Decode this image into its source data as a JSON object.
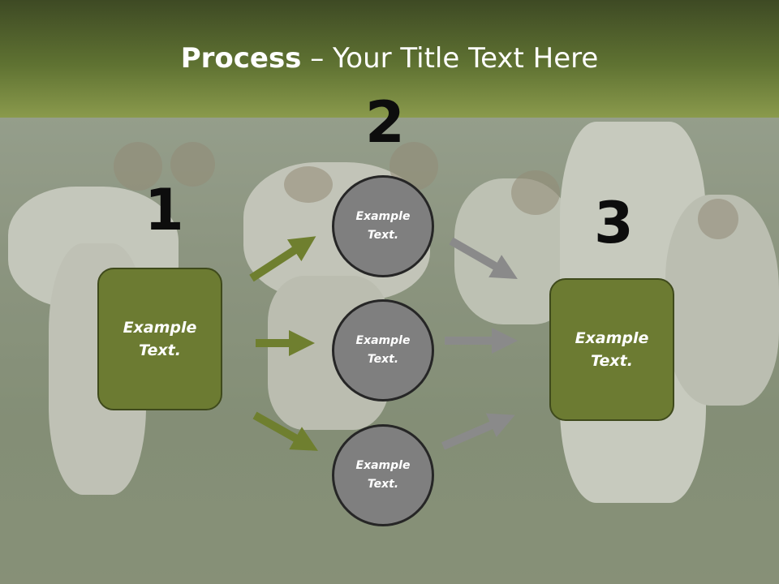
{
  "slide": {
    "title_bold": "Process",
    "title_rest": " – Your Title Text Here",
    "step_numbers": [
      "1",
      "2",
      "3"
    ],
    "left_box": "Example\nText.",
    "circles": [
      "Example\nText.",
      "Example\nText.",
      "Example\nText."
    ],
    "right_box": "Example\nText."
  },
  "colors": {
    "banner": "#5f7232",
    "box_fill": "#6c7b32",
    "circle_fill": "#7f7f7f",
    "green_arrow": "#6f7f2f",
    "gray_arrow": "#8a8a8a"
  }
}
